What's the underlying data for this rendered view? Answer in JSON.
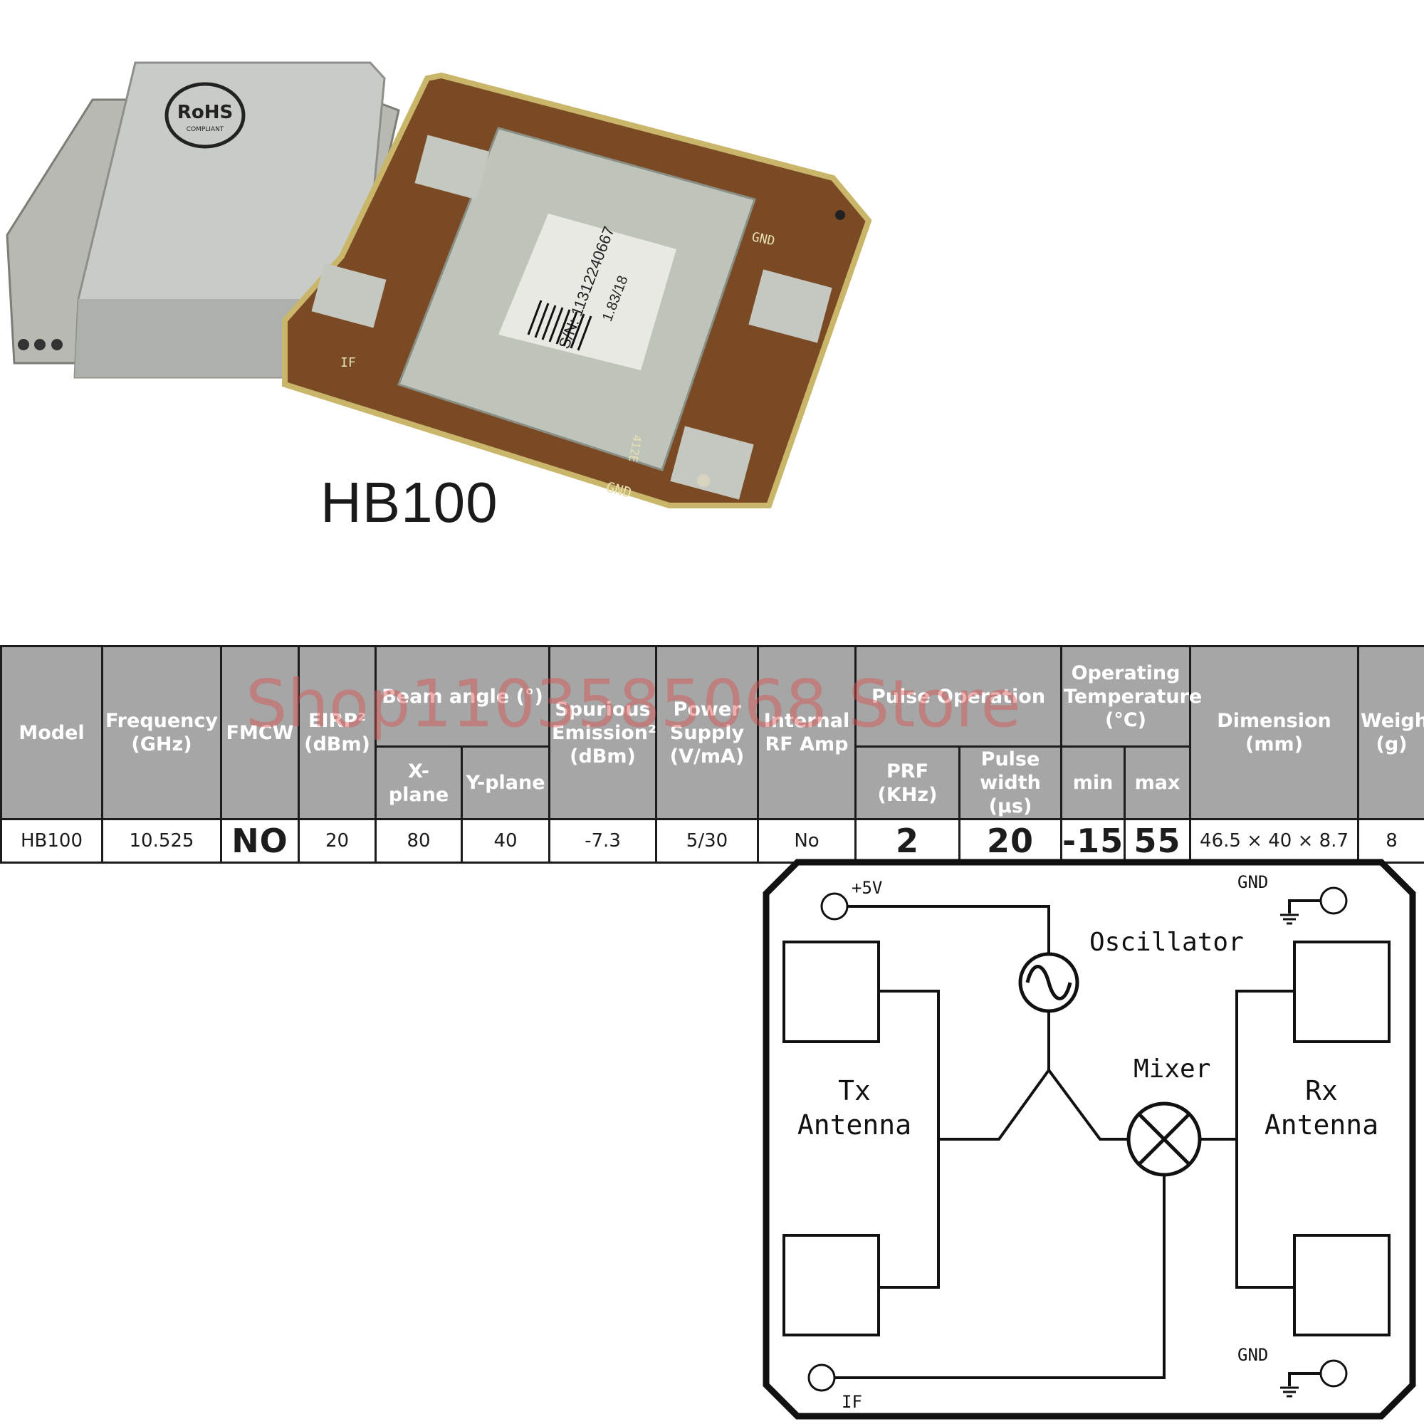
{
  "product": {
    "caption": "HB100",
    "photo_labels": {
      "rohs_logo": "RoHS",
      "rohs_sub": "COMPLIANT",
      "serial": "S/N: 11312240667",
      "version": "1.83/18",
      "pcb_gnd_top": "GND",
      "pcb_gnd_bottom": "GND",
      "pcb_if": "IF",
      "pcb_code": "412E"
    }
  },
  "watermark": "Shop1103585068 Store",
  "spec_table": {
    "headers": {
      "model": "Model",
      "frequency": "Frequency (GHz)",
      "fmcw": "FMCW",
      "eirp": "EIRP² (dBm)",
      "beam_angle": "Beam angle (°)",
      "x_plane": "X-plane",
      "y_plane": "Y-plane",
      "spurious": "Spurious Emission² (dBm)",
      "power_supply": "Power Supply (V/mA)",
      "internal_rf_amp": "Internal RF Amp",
      "pulse_operation": "Pulse Operation",
      "prf": "PRF (KHz)",
      "pulse_width": "Pulse width (µs)",
      "operating_temp": "Operating Temperature (°C)",
      "temp_min": "min",
      "temp_max": "max",
      "dimension": "Dimension (mm)",
      "weight": "Weight (g)"
    },
    "row": {
      "model": "HB100",
      "frequency": "10.525",
      "fmcw": "NO",
      "eirp": "20",
      "x_plane": "80",
      "y_plane": "40",
      "spurious": "-7.3",
      "power_supply": "5/30",
      "internal_rf_amp": "No",
      "prf": "2",
      "pulse_width": "20",
      "temp_min": "-15",
      "temp_max": "55",
      "dimension": "46.5 × 40 × 8.7",
      "weight": "8"
    }
  },
  "diagram": {
    "supply_label": "+5V",
    "gnd_top_label": "GND",
    "gnd_bottom_label": "GND",
    "oscillator_label": "Oscillator",
    "mixer_label": "Mixer",
    "tx_line1": "Tx",
    "tx_line2": "Antenna",
    "rx_line1": "Rx",
    "rx_line2": "Antenna",
    "if_label": "IF"
  }
}
